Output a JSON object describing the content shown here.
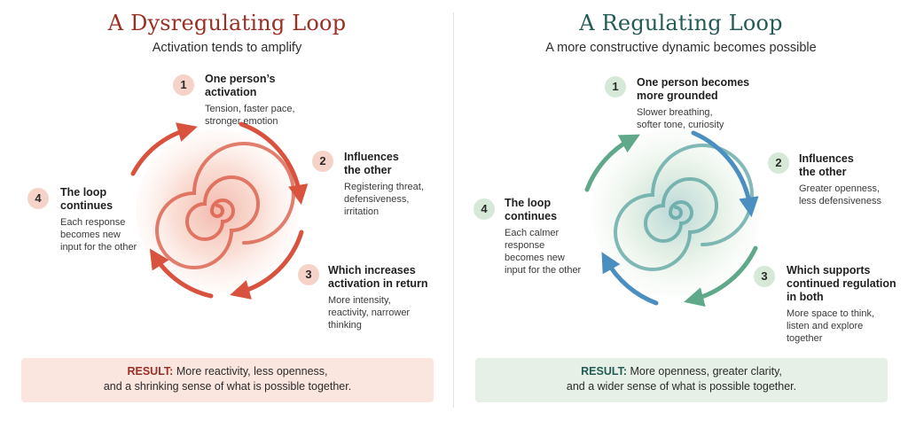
{
  "left": {
    "title": "A Dysregulating Loop",
    "subtitle": "Activation tends to amplify",
    "steps": [
      {
        "num": "1",
        "head": "One person’s\nactivation",
        "desc": "Tension, faster pace,\nstronger emotion"
      },
      {
        "num": "2",
        "head": "Influences\nthe other",
        "desc": "Registering threat,\ndefensiveness,\nirritation"
      },
      {
        "num": "3",
        "head": "Which increases\nactivation in return",
        "desc": "More intensity,\nreactivity, narrower\nthinking"
      },
      {
        "num": "4",
        "head": "The loop\ncontinues",
        "desc": "Each response\nbecomes new\ninput for the other"
      }
    ],
    "result_label": "RESULT:",
    "result_line1": "More reactivity, less openness,",
    "result_line2": "and a shrinking sense of what is possible together.",
    "colors": {
      "accent": "#d9523e",
      "soft": "#f3b9a8",
      "title": "#9a2f23"
    }
  },
  "right": {
    "title": "A Regulating Loop",
    "subtitle": "A more constructive dynamic becomes possible",
    "steps": [
      {
        "num": "1",
        "head": "One person becomes\nmore grounded",
        "desc": "Slower breathing,\nsofter tone, curiosity"
      },
      {
        "num": "2",
        "head": "Influences\nthe other",
        "desc": "Greater openness,\nless defensiveness"
      },
      {
        "num": "3",
        "head": "Which supports\ncontinued regulation\nin both",
        "desc": "More space to think,\nlisten and explore\ntogether"
      },
      {
        "num": "4",
        "head": "The loop\ncontinues",
        "desc": "Each calmer\nresponse\nbecomes new\ninput for the other"
      }
    ],
    "result_label": "RESULT:",
    "result_line1": "More openness, greater clarity,",
    "result_line2": "and a wider sense of what is possible together.",
    "colors": {
      "accent_green": "#5fa98a",
      "accent_blue": "#4a8fc0",
      "title": "#235c56"
    }
  }
}
